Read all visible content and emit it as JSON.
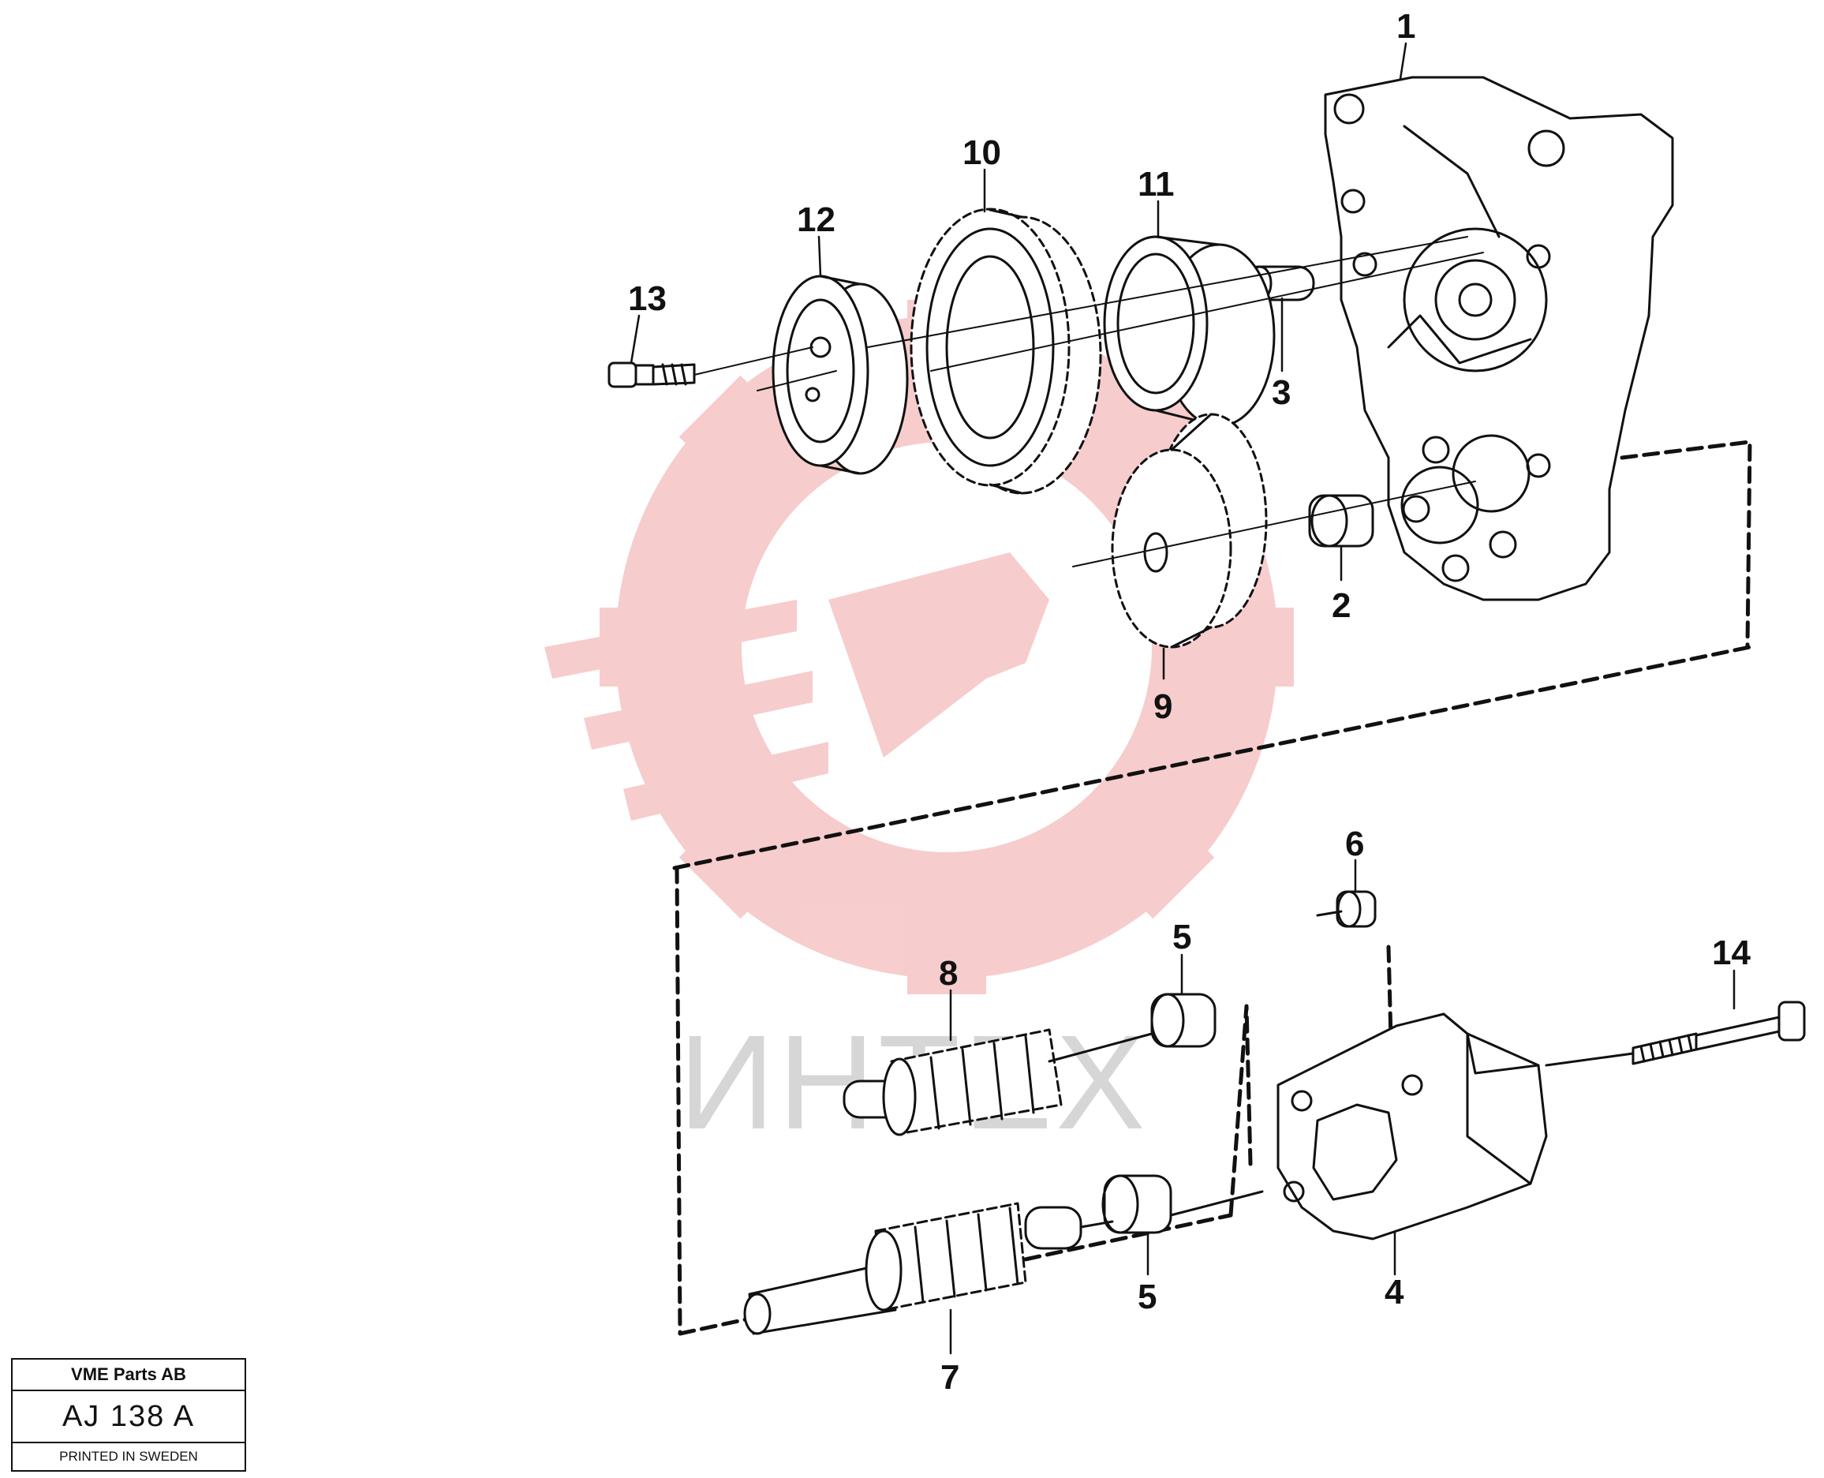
{
  "callouts": {
    "c1": "1",
    "c2": "2",
    "c3": "3",
    "c4": "4",
    "c5a": "5",
    "c5b": "5",
    "c6": "6",
    "c7": "7",
    "c8": "8",
    "c9": "9",
    "c10": "10",
    "c11": "11",
    "c12": "12",
    "c13": "13",
    "c14": "14"
  },
  "watermark": {
    "text": "ИНТЕХ"
  },
  "stamp": {
    "company": "VME Parts AB",
    "code": "AJ 138  A",
    "printed": "PRINTED IN SWEDEN"
  },
  "colors": {
    "line": "#111111",
    "watermark_red": "#f4b8b8",
    "watermark_gray": "#d6d6d6"
  }
}
